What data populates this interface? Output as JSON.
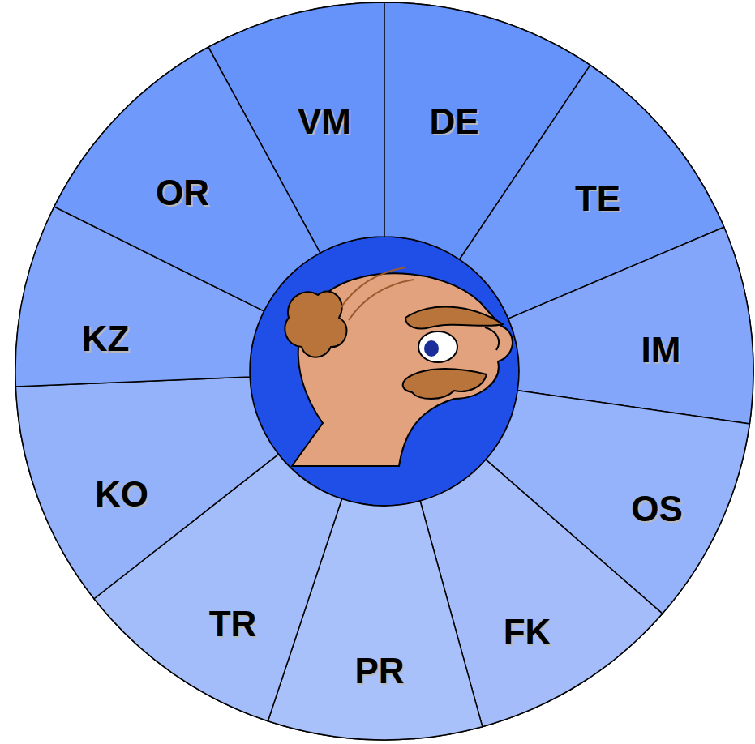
{
  "diagram": {
    "nodes": [
      {
        "text": [
          "VM"
        ]
      },
      {
        "text": [
          "DE"
        ]
      },
      {
        "text": [
          "TE"
        ]
      },
      {
        "text": [
          "IM"
        ]
      },
      {
        "text": [
          "OS"
        ]
      },
      {
        "text": [
          "FK"
        ]
      },
      {
        "text": [
          "PR"
        ]
      },
      {
        "text": [
          "TR"
        ]
      },
      {
        "text": [
          "KO"
        ]
      },
      {
        "text": [
          "KZ"
        ]
      },
      {
        "text": [
          "OR"
        ]
      }
    ]
  }
}
